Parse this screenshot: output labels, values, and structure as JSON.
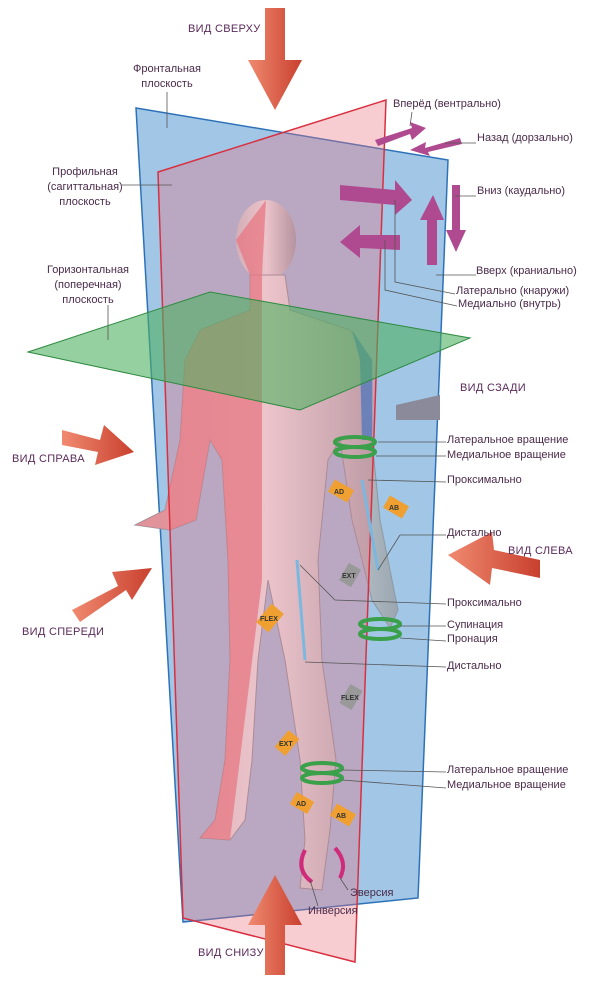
{
  "views": {
    "top": "ВИД СВЕРХУ",
    "back": "ВИД СЗАДИ",
    "right": "ВИД СПРАВА",
    "left": "ВИД СЛЕВА",
    "front": "ВИД СПЕРЕДИ",
    "bottom": "ВИД СНИЗУ"
  },
  "planes": {
    "frontal": [
      "Фронтальная",
      "плоскость"
    ],
    "sagittal": [
      "Профильная",
      "(сагиттальная)",
      "плоскость"
    ],
    "horizontal": [
      "Горизонтальная",
      "(поперечная)",
      "плоскость"
    ]
  },
  "directions": {
    "forward": "Вперёд (вентрально)",
    "backward": "Назад (дорзально)",
    "down": "Вниз (каудально)",
    "up": "Вверх (краниально)",
    "lateral": "Латерально (кнаружи)",
    "medial": "Медиально (внутрь)"
  },
  "arm": {
    "lat_rot": "Латеральное вращение",
    "med_rot": "Медиальное вращение",
    "proximal": "Проксимально",
    "distal": "Дистально"
  },
  "forearm": {
    "proximal": "Проксимально",
    "supination": "Супинация",
    "pronation": "Пронация",
    "distal": "Дистально"
  },
  "leg": {
    "lat_rot": "Латеральное вращение",
    "med_rot": "Медиальное вращение",
    "eversion": "Эверсия",
    "inversion": "Инверсия"
  },
  "motion_tags": {
    "ad": "AD",
    "ab": "AB",
    "ext": "EXT",
    "flex": "FLEX"
  },
  "colors": {
    "frontal": "#6fa8d8",
    "sagittal": "#e8707e",
    "horizontal": "#4fb060",
    "view_arrow": "#e2604e",
    "direction_arrow": "#b04a90",
    "rotation": "#3aa04a",
    "motion": "#f0a030"
  }
}
